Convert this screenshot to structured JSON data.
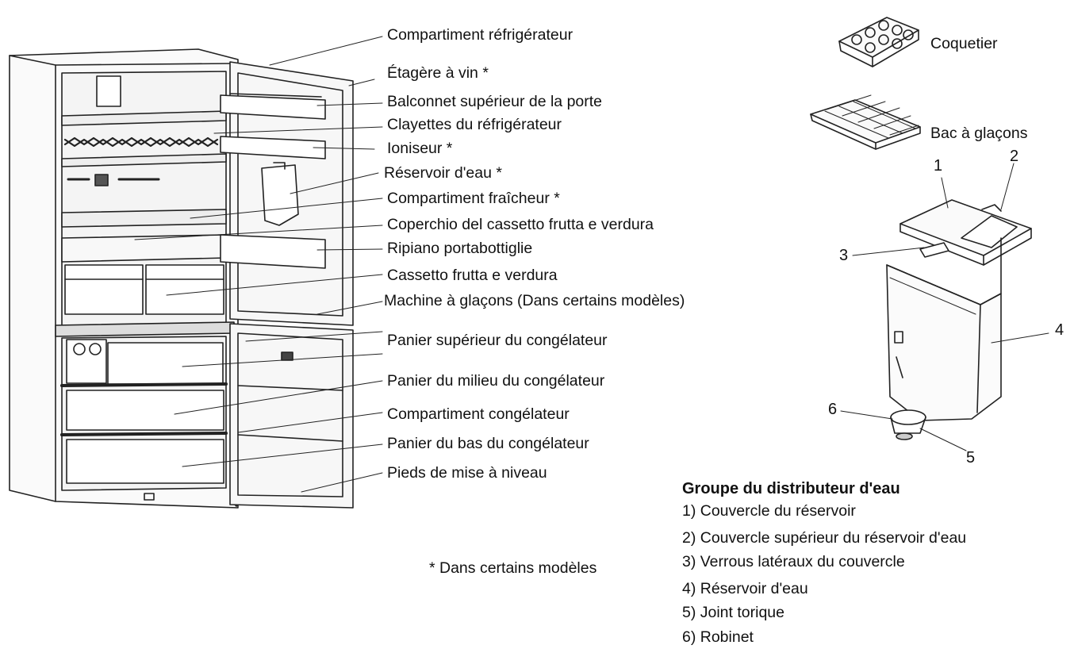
{
  "fridge_labels": [
    "Compartiment réfrigérateur",
    "Étagère à vin *",
    "Balconnet supérieur de la porte",
    "Clayettes du réfrigérateur",
    "Ioniseur *",
    "Réservoir d'eau *",
    "Compartiment fraîcheur *",
    "Coperchio del cassetto frutta e verdura",
    "Ripiano portabottiglie",
    "Cassetto frutta e verdura",
    "Machine à glaçons (Dans certains modèles)",
    "Panier supérieur du congélateur",
    "Panier du milieu du congélateur",
    "Compartiment congélateur",
    "Panier du bas du congélateur",
    "Pieds de mise à niveau"
  ],
  "accessories": {
    "egg_tray": "Coquetier",
    "ice_tray": "Bac à glaçons"
  },
  "callout_numbers": [
    "1",
    "2",
    "3",
    "4",
    "5",
    "6"
  ],
  "footnote": "* Dans certains modèles",
  "dispenser_legend": {
    "title": "Groupe du distributeur d'eau",
    "items": [
      "1) Couvercle du réservoir",
      "2) Couvercle supérieur du réservoir d'eau",
      "3) Verrous latéraux du couvercle",
      "4) Réservoir d'eau",
      "5) Joint torique",
      "6) Robinet"
    ]
  }
}
